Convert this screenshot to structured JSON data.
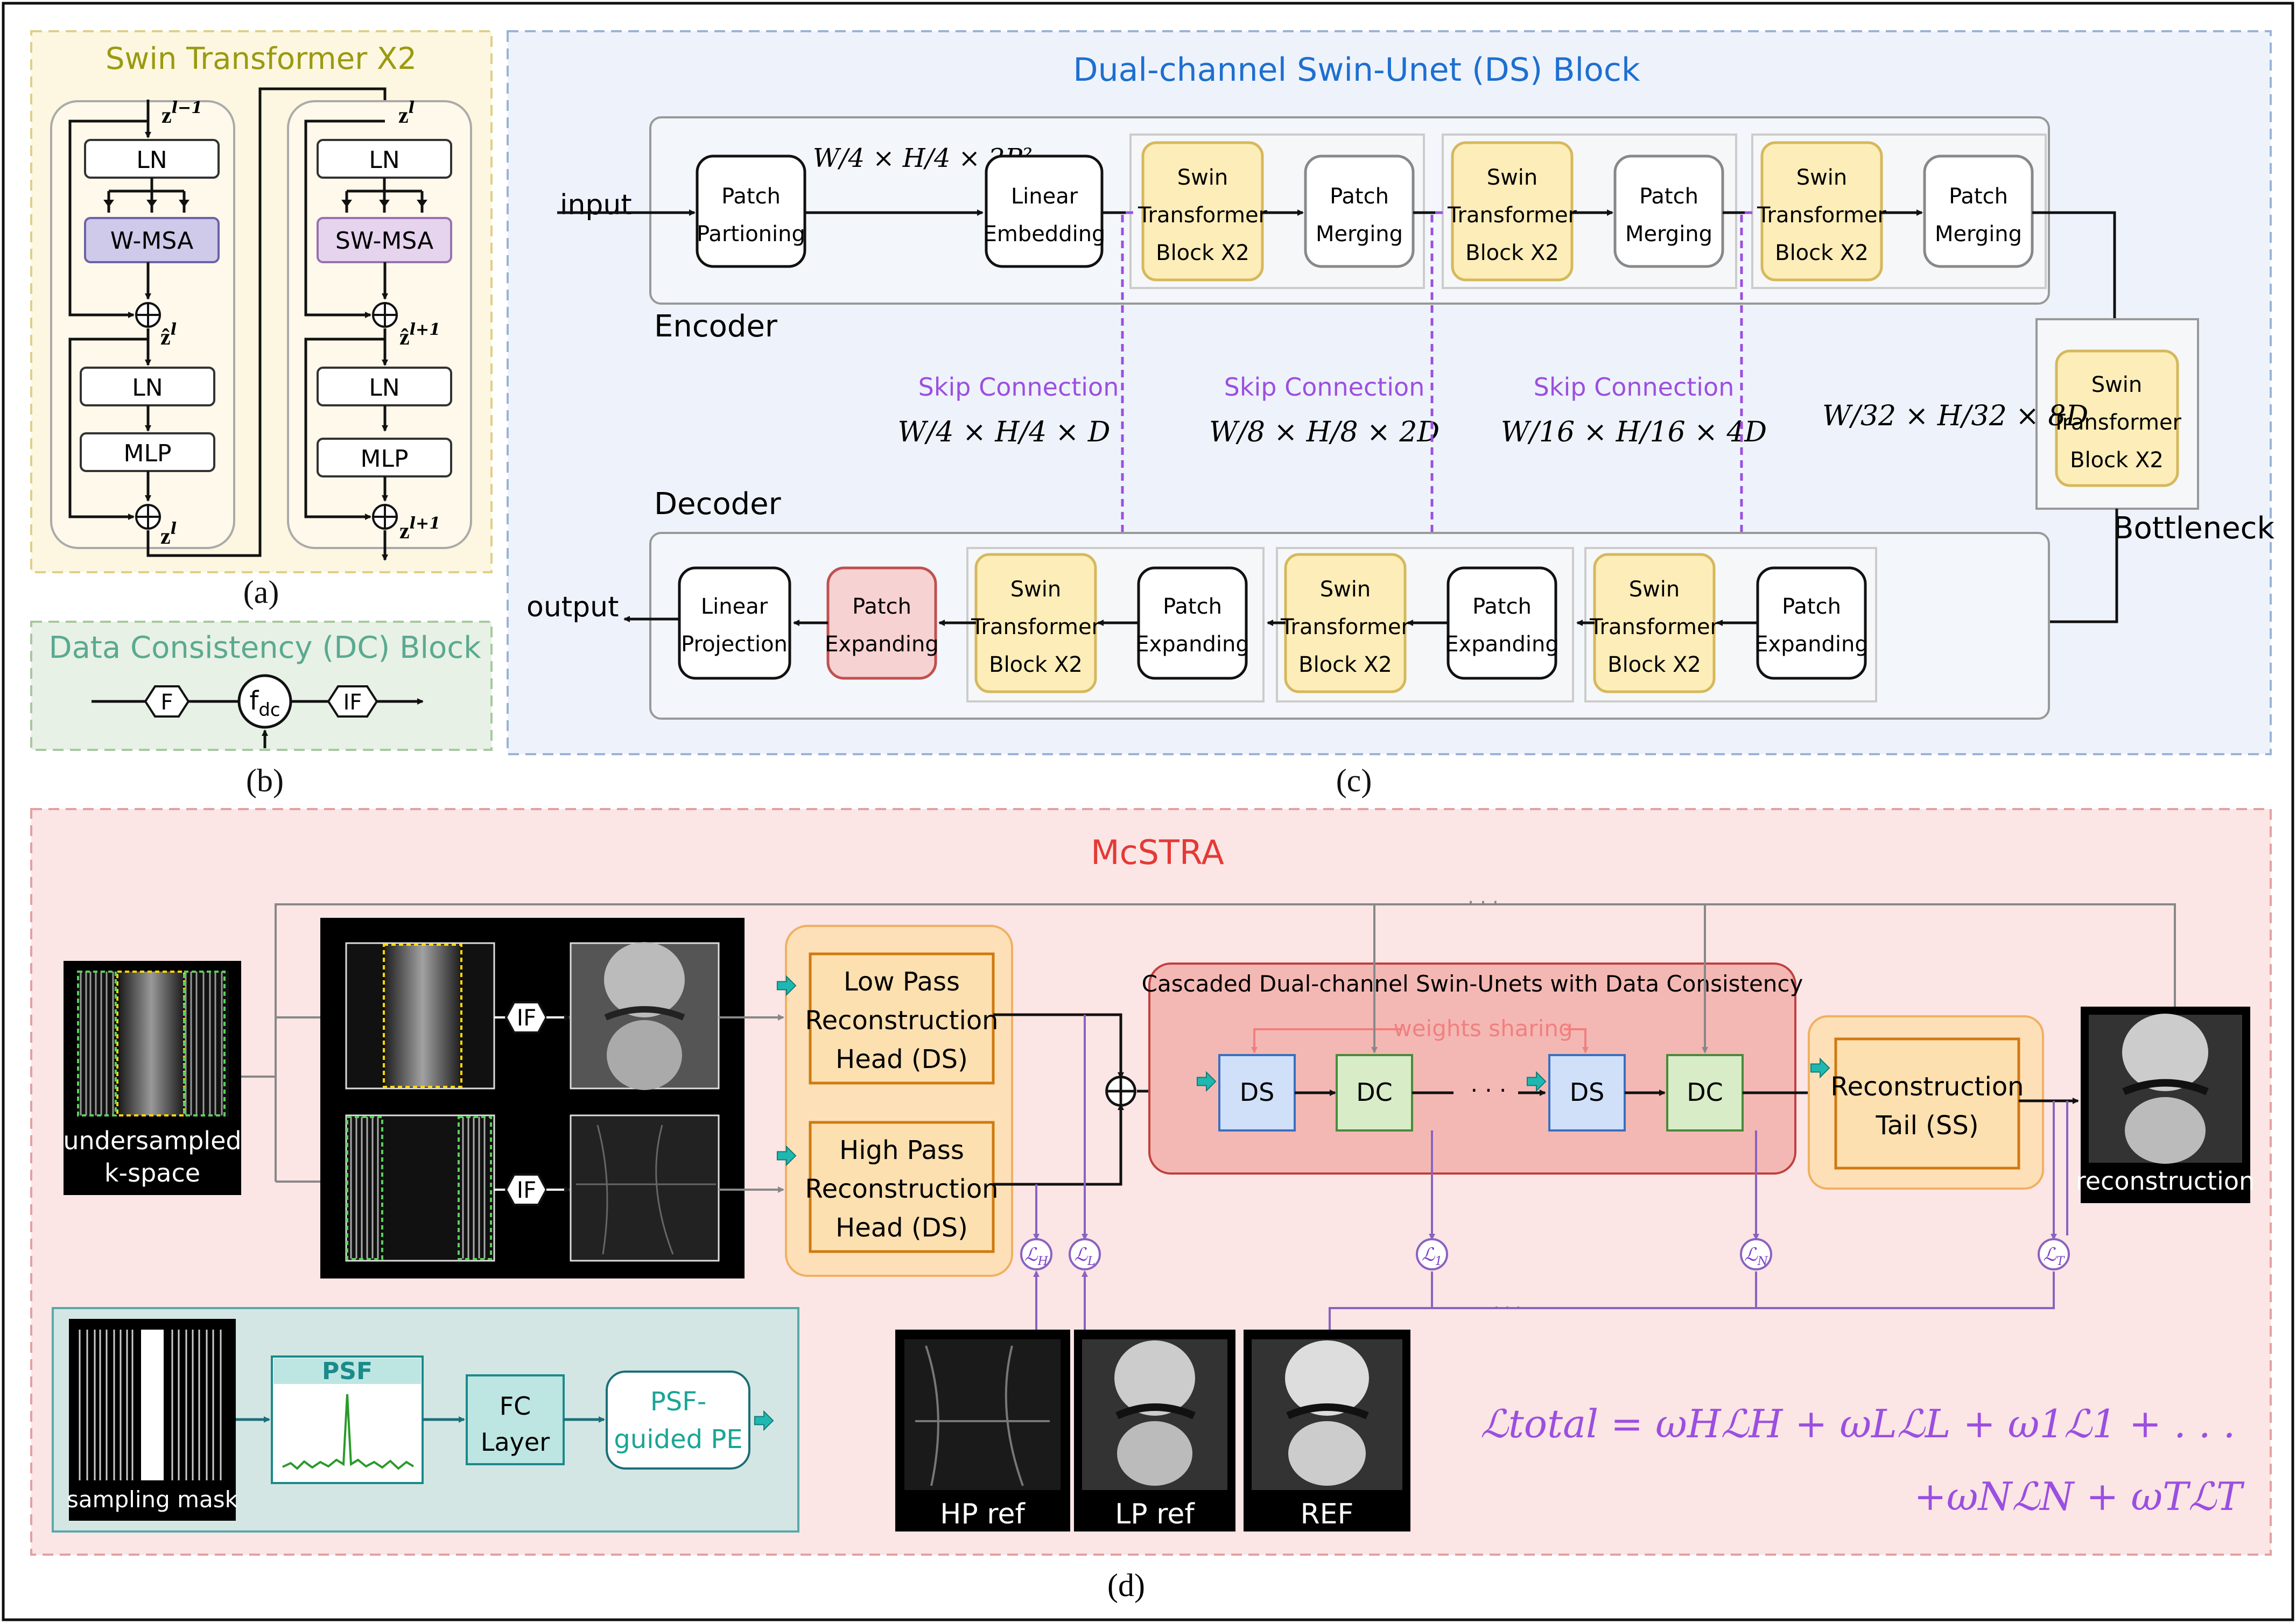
{
  "panel_a": {
    "title": "Swin Transformer X2",
    "caption": "(a)",
    "left": {
      "ln1": "LN",
      "msa": "W-MSA",
      "ln2": "LN",
      "mlp": "MLP",
      "z_in": "z",
      "z_in_sup": "l−1",
      "z_mid": "ẑ",
      "z_mid_sup": "l",
      "z_out": "z",
      "z_out_sup": "l"
    },
    "right": {
      "ln1": "LN",
      "msa": "SW-MSA",
      "ln2": "LN",
      "mlp": "MLP",
      "z_in": "z",
      "z_in_sup": "l",
      "z_mid": "ẑ",
      "z_mid_sup": "l+1",
      "z_out": "z",
      "z_out_sup": "l+1"
    }
  },
  "panel_b": {
    "title": "Data Consistency (DC) Block",
    "caption": "(b)",
    "f": "F",
    "fdc": "f",
    "fdc_sub": "dc",
    "if": "IF"
  },
  "panel_c": {
    "title": "Dual-channel Swin-Unet (DS) Block",
    "caption": "(c)",
    "input": "input",
    "output": "output",
    "encoder": "Encoder",
    "decoder": "Decoder",
    "bottleneck": "Bottleneck",
    "patch_part": [
      "Patch",
      "Partioning"
    ],
    "linear_emb": [
      "Linear",
      "Embedding"
    ],
    "swin": [
      "Swin",
      "Transformer",
      "Block X2"
    ],
    "merge": [
      "Patch",
      "Merging"
    ],
    "expand": [
      "Patch",
      "Expanding"
    ],
    "linear_proj": [
      "Linear",
      "Projection"
    ],
    "embed_dim": "W/4 × H/4 × 2P²",
    "skip_label": "Skip Connection",
    "skip_dims": [
      "W/4 × H/4 × D",
      "W/8 × H/8 × 2D",
      "W/16 × H/16 × 4D"
    ],
    "bottleneck_dim": "W/32 × H/32 × 8D"
  },
  "panel_d": {
    "title": "McSTRA",
    "caption": "(d)",
    "kspace_label": [
      "undersampled",
      "k-space"
    ],
    "if": "IF",
    "low_head": [
      "Low Pass",
      "Reconstruction",
      "Head (DS)"
    ],
    "high_head": [
      "High Pass",
      "Reconstruction",
      "Head (DS)"
    ],
    "cascade_title": "Cascaded Dual-channel Swin-Unets with Data Consistency",
    "weights_sharing": "weights sharing",
    "ds": "DS",
    "dc": "DC",
    "dots": "· · ·",
    "tail": [
      "Reconstruction",
      "Tail (SS)"
    ],
    "reconstruction": "reconstruction",
    "losses": {
      "lh": "ℒ",
      "lh_sub": "H",
      "ll": "ℒ",
      "ll_sub": "L",
      "l1": "ℒ",
      "l1_sub": "1",
      "ln": "ℒ",
      "ln_sub": "N",
      "lt": "ℒ",
      "lt_sub": "T"
    },
    "refs": [
      "HP ref",
      "LP ref",
      "REF"
    ],
    "sampling_mask": "sampling mask",
    "psf": "PSF",
    "fc": [
      "FC",
      "Layer"
    ],
    "psf_pe": [
      "PSF-",
      "guided PE"
    ],
    "total_loss_line1": "ℒtotal = ωHℒH + ωLℒL + ω1ℒ1 + . . .",
    "total_loss_line2": "+ωNℒN + ωTℒT"
  },
  "colors": {
    "yellow_bg": "#fdf6e0",
    "blue_bg": "#eef3fb",
    "green_bg": "#e8f1e6",
    "pink_bg": "#fbe5e5",
    "swin_fill": "#fdedb8",
    "swin_stroke": "#d6b85c",
    "purple": "#9b4fe0",
    "teal": "#17a89c",
    "red_title": "#e53935",
    "blue_title": "#1e6fd0",
    "olive_title": "#9a9a10",
    "green_title": "#5aaa90"
  }
}
